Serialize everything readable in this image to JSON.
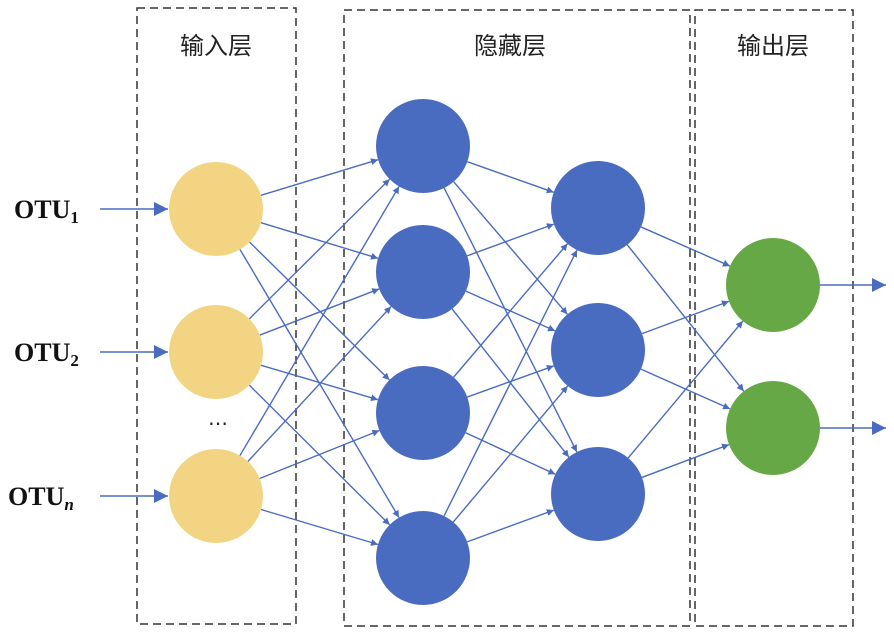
{
  "layers": [
    {
      "id": "input",
      "label": "输入层",
      "color": "#F2D483",
      "nodes": 3
    },
    {
      "id": "hidden1",
      "label": "隐藏层",
      "color": "#4A6CC0",
      "nodes": 4
    },
    {
      "id": "hidden2",
      "label": "",
      "color": "#4A6CC0",
      "nodes": 3
    },
    {
      "id": "output",
      "label": "输出层",
      "color": "#66A845",
      "nodes": 2
    }
  ],
  "inputs": [
    {
      "base": "OTU",
      "sub": "1",
      "italic": false
    },
    {
      "base": "OTU",
      "sub": "2",
      "italic": false
    },
    {
      "base": "OTU",
      "sub": "n",
      "italic": true
    }
  ],
  "ellipsis": "…",
  "edge_color": "#4A6CC0",
  "box_color": "#333333"
}
